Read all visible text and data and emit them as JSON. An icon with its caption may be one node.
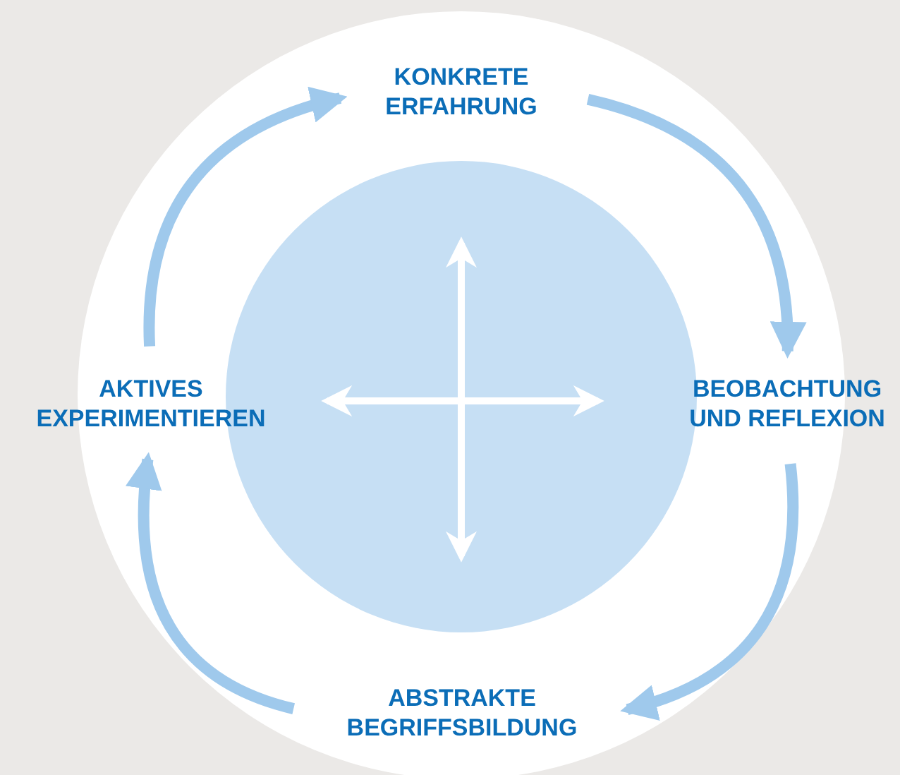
{
  "diagram": {
    "nodes": [
      {
        "text": [],
        "shape": "circle"
      },
      {
        "text": [],
        "shape": "circle",
        "in": 0
      },
      {
        "text": [
          "KONKRETE ERFAHRUNG"
        ],
        "in": 0
      },
      {
        "text": [
          "BEOBACHTUNG UND REFLEXION"
        ]
      },
      {
        "text": [
          "ABSTRAKTE BEGRIFFSBILDUNG"
        ],
        "in": 0
      },
      {
        "text": [
          "AKTIVES EXPERIMENTIEREN"
        ],
        "in": 0
      }
    ],
    "edges": [
      {
        "from": 2,
        "to": 3,
        "arrow": "to"
      },
      {
        "from": 3,
        "to": 4,
        "arrow": "to"
      },
      {
        "from": 4,
        "to": 5,
        "arrow": "to"
      },
      {
        "from": 5,
        "to": 2,
        "arrow": "to"
      }
    ]
  }
}
